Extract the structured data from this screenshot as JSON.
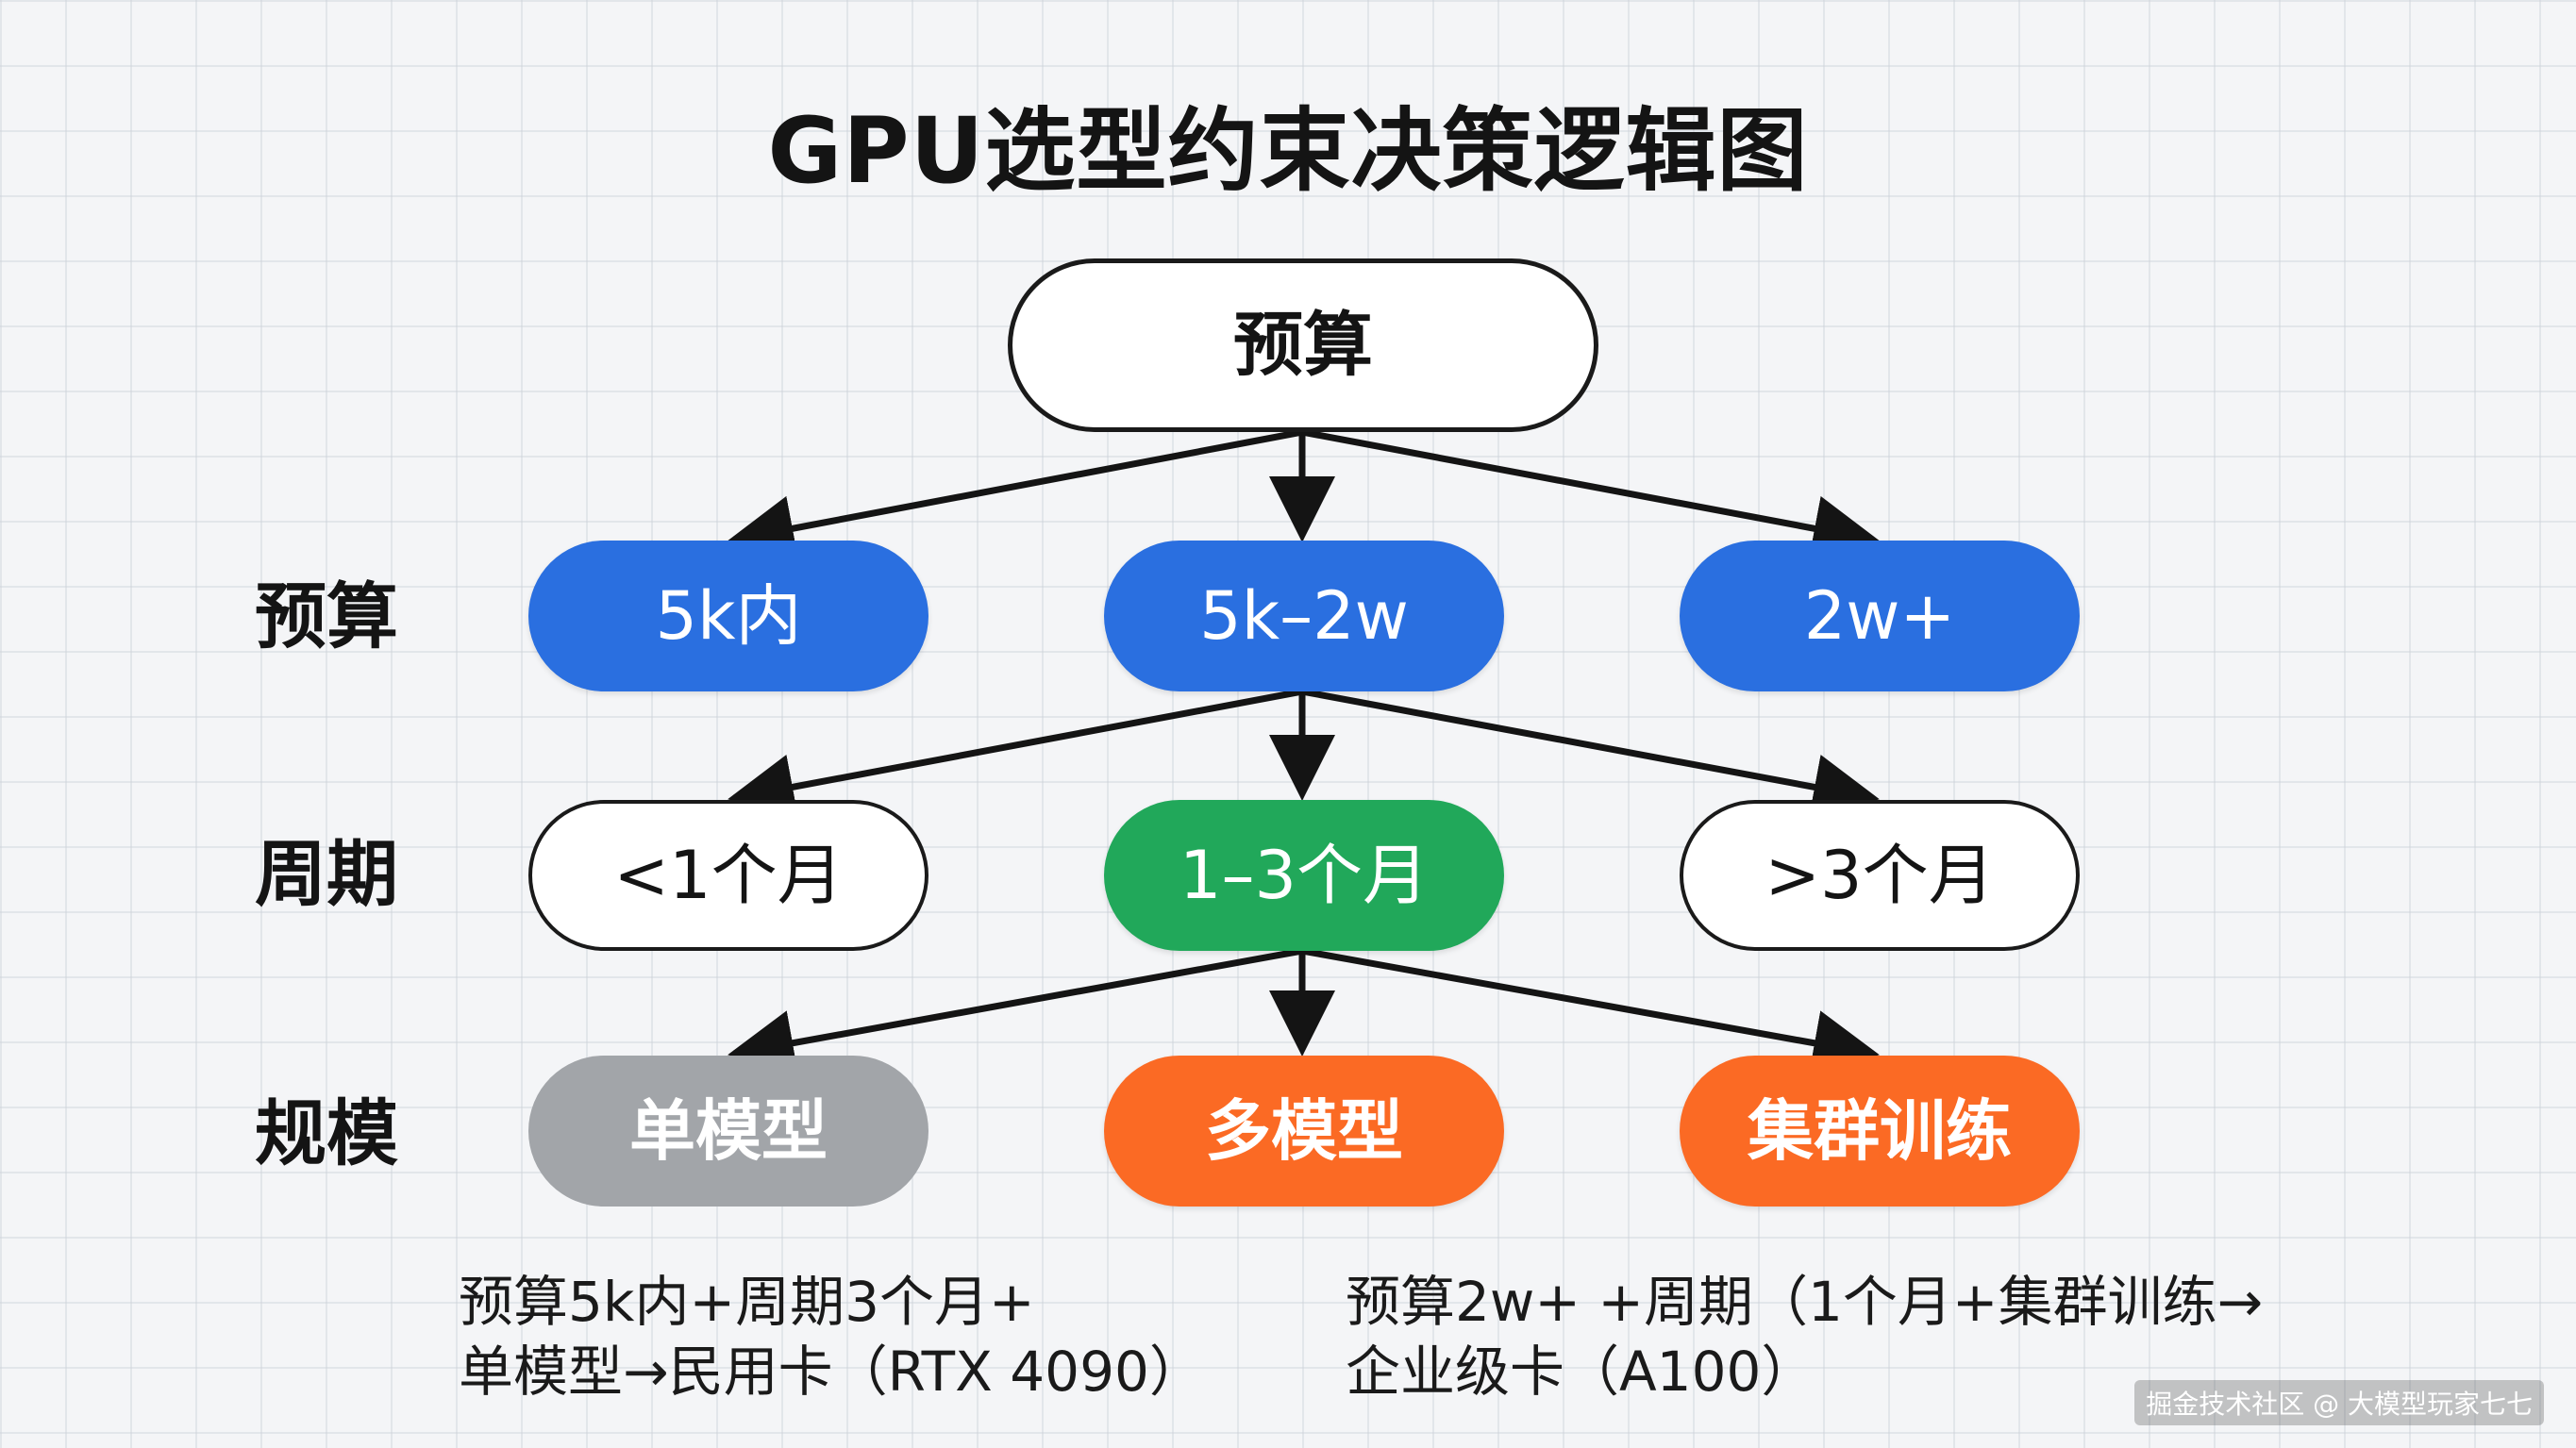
{
  "title": "GPU选型约束决策逻辑图",
  "root": {
    "label": "预算"
  },
  "rows": [
    {
      "label": "预算",
      "options": [
        "5k内",
        "5k–2w",
        "2w+"
      ]
    },
    {
      "label": "周期",
      "options": [
        "<1个月",
        "1–3个月",
        ">3个月"
      ]
    },
    {
      "label": "规模",
      "options": [
        "单模型",
        "多模型",
        "集群训练"
      ]
    }
  ],
  "notes": {
    "left": [
      "预算5k内+周期3个月+",
      "单模型→民用卡（RTX 4090）"
    ],
    "right": [
      "预算2w+ +周期（1个月+集群训练→",
      "企业级卡（A100）"
    ]
  },
  "watermark": "掘金技术社区 @ 大模型玩家七七",
  "colors": {
    "budget_option": "#2a6fe0",
    "selected_cycle": "#21a85a",
    "single_model": "#a2a5a9",
    "multi_model_cluster": "#fb6a24",
    "arrow": "#141414"
  }
}
